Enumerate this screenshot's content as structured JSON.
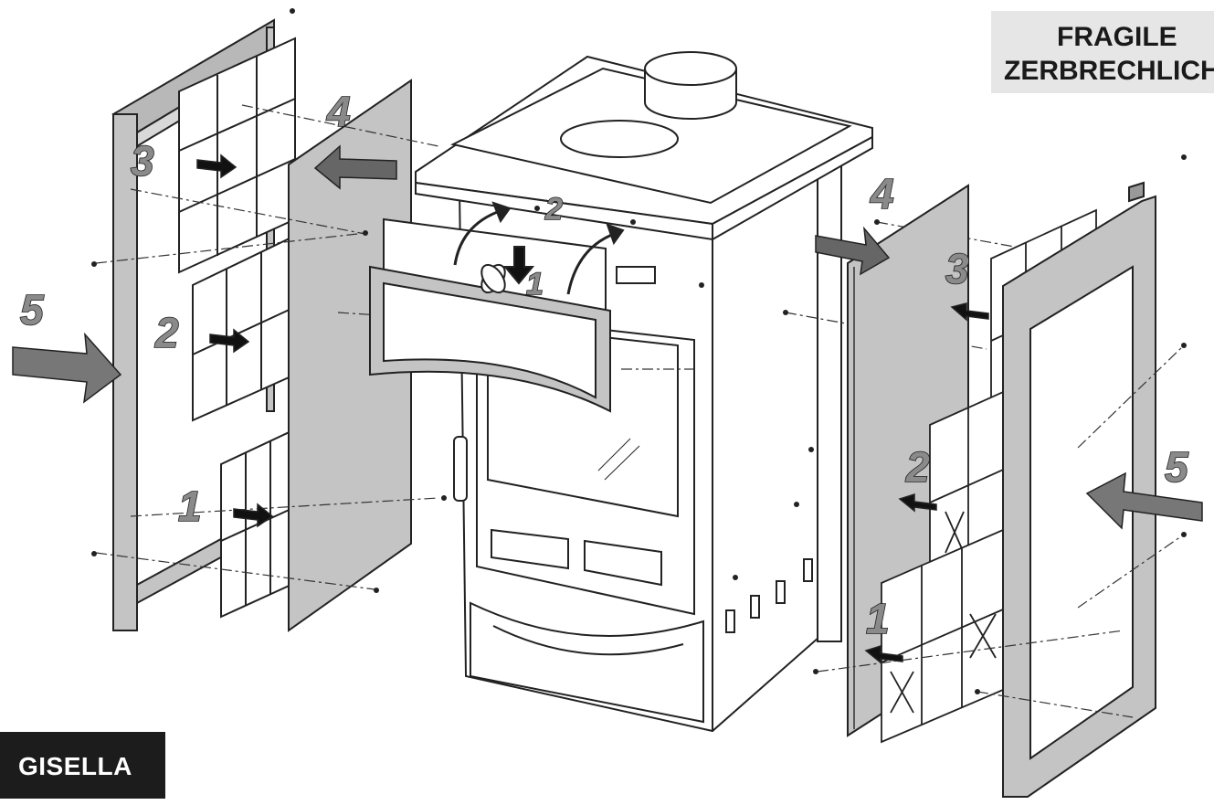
{
  "labels": {
    "fragile_line1": "FRAGILE",
    "fragile_line2": "ZERBRECHLICH",
    "brand": "GISELLA"
  },
  "steps": {
    "left_3": "3",
    "left_4": "4",
    "left_2": "2",
    "left_1": "1",
    "left_5": "5",
    "top_2": "2",
    "top_1": "1",
    "right_4": "4",
    "right_3": "3",
    "right_2": "2",
    "right_1": "1",
    "right_5": "5"
  },
  "colors": {
    "panel_gray": "#c4c4c4",
    "arrow_gray": "#777777",
    "line": "#222222",
    "fragile_bg": "#e6e6e6",
    "brand_bg": "#1c1c1c"
  }
}
